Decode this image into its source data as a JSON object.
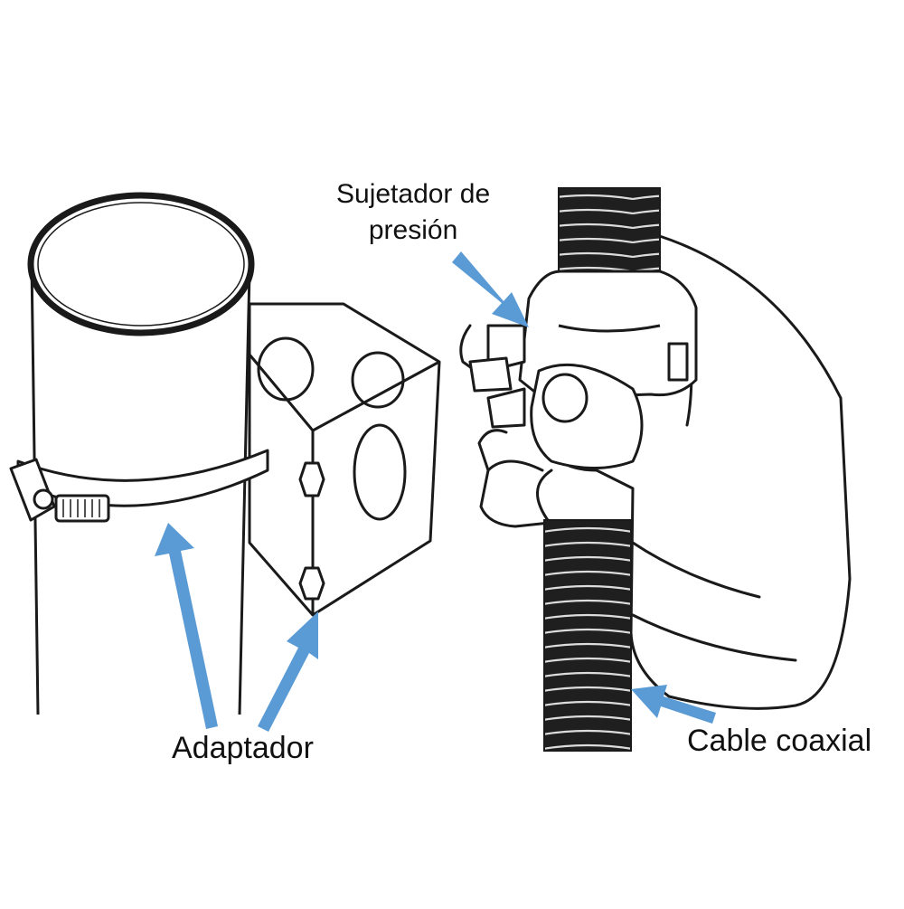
{
  "labels": {
    "adapter": "Adaptador",
    "clip_line1": "Sujetador de",
    "clip_line2": "presión",
    "cable": "Cable coaxial"
  },
  "colors": {
    "arrow": "#5b9bd5",
    "line": "#1a1a1a",
    "cable": "#222222"
  }
}
